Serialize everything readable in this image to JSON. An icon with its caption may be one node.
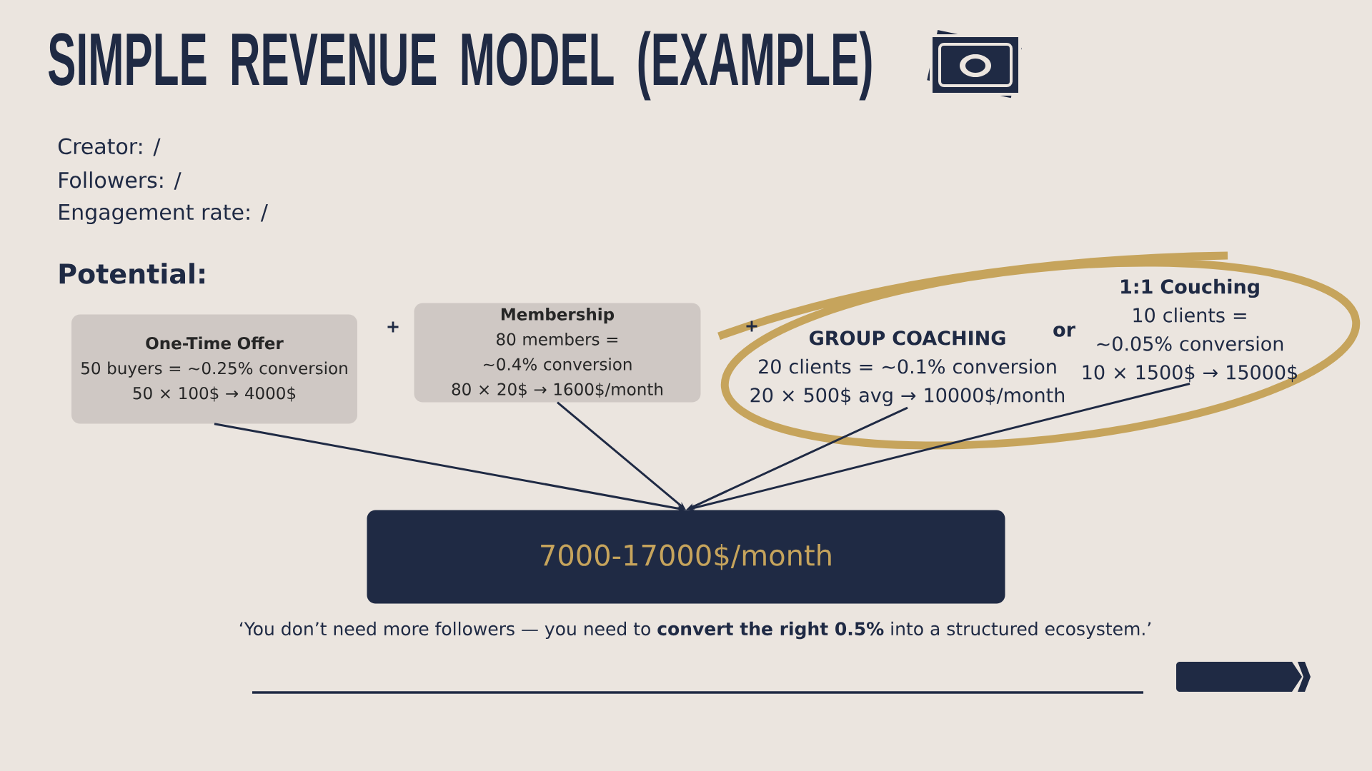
{
  "diagram": {
    "title": "SIMPLE REVENUE MODEL (EXAMPLE)",
    "caption": "‘You don’t need more followers — you need to **convert the right 0.5%** into a structured ecosystem.’",
    "nodes": [
      {
        "text": [
          "One-Time Offer",
          "50 buyers = ~0.25% conversion",
          "50 × 100$ → 4000$"
        ]
      },
      {
        "text": [
          "Membership",
          "80 members = ~0.4% conversion",
          "80 × 20$ → 1600$/month"
        ]
      },
      {
        "text": [
          "GROUP COACHING",
          "20 clients = ~0.1% conversion",
          "20 × 500$ avg → 10000$/month"
        ]
      },
      {
        "text": [
          "1:1 Couching",
          "10 clients = ~0.05% conversion",
          "10 × 1500$ → 15000$"
        ]
      },
      {
        "text": [
          "7000-17000$/month"
        ]
      }
    ],
    "edges": [
      {
        "from": 0,
        "to": 4,
        "arrow": "to"
      },
      {
        "from": 1,
        "to": 4,
        "arrow": "to"
      },
      {
        "from": 2,
        "to": 4,
        "arrow": "to"
      },
      {
        "from": 3,
        "to": 4,
        "arrow": "to"
      }
    ],
    "labels": [
      "Creator: /",
      "Followers: /",
      "Engagement rate: /",
      "Potential:",
      "+",
      "+",
      "or"
    ]
  }
}
